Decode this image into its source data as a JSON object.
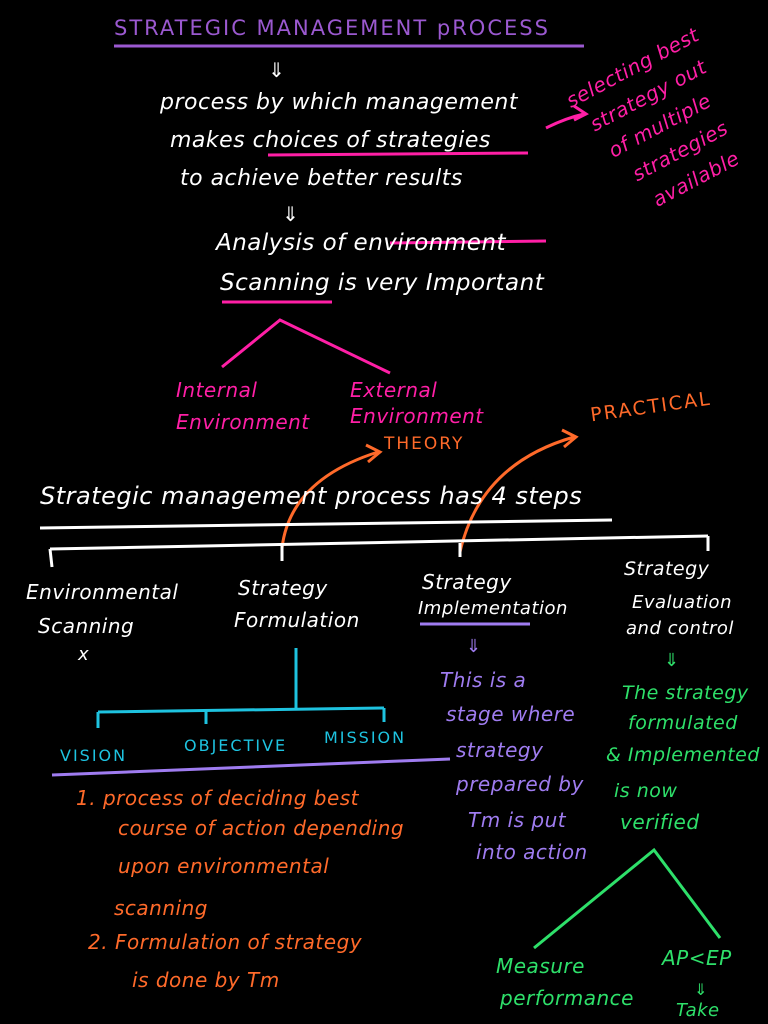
{
  "title": "STRATEGIC MANAGEMENT pROCESS",
  "down_arrow_1": "⇓",
  "definition": [
    "process by which management",
    "makes choices of strategies",
    "to achieve better results"
  ],
  "side_note": [
    "selecting best",
    "strategy out",
    "of multiple",
    "strategies",
    "available"
  ],
  "down_arrow_2": "⇓",
  "analysis": [
    "Analysis of environment",
    "Scanning is very Important"
  ],
  "env_internal": [
    "Internal",
    "Environment"
  ],
  "env_external": [
    "External",
    "Environment"
  ],
  "label_theory": "THEORY",
  "label_practical": "PRACTICAL",
  "steps_heading": "Strategic management process has 4 steps",
  "steps": [
    {
      "lines": [
        "Environmental",
        "Scanning"
      ],
      "mark": "x"
    },
    {
      "lines": [
        "Strategy",
        "Formulation"
      ]
    },
    {
      "lines": [
        "Strategy",
        "Implementation"
      ]
    },
    {
      "lines": [
        "Strategy",
        "Evaluation",
        "and control"
      ]
    }
  ],
  "formulation_parts": [
    "VISION",
    "OBJECTIVE",
    "MISSION"
  ],
  "formulation_notes": [
    "1. process of deciding best",
    "course of action depending",
    "upon environmental",
    "scanning",
    "2. Formulation of strategy",
    "is done by Tm"
  ],
  "implementation_arrow": "⇓",
  "implementation_note": [
    "This is a",
    "stage where",
    "strategy",
    "prepared by",
    "Tm is put",
    "into action"
  ],
  "evaluation_arrow": "⇓",
  "evaluation_note": [
    "The strategy",
    "formulated",
    "& Implemented",
    "is now",
    "verified"
  ],
  "evaluation_branches": [
    "Measure",
    "performance",
    "AP<EP",
    "⇓",
    "Take"
  ],
  "colors": {
    "background": "#000000",
    "white": "#ffffff",
    "purple": "#9b59d0",
    "magenta": "#ff1fa6",
    "orange": "#ff6a2a",
    "green": "#2ee06a",
    "lavender": "#9f7cf0",
    "cyan": "#1ec3e0"
  }
}
